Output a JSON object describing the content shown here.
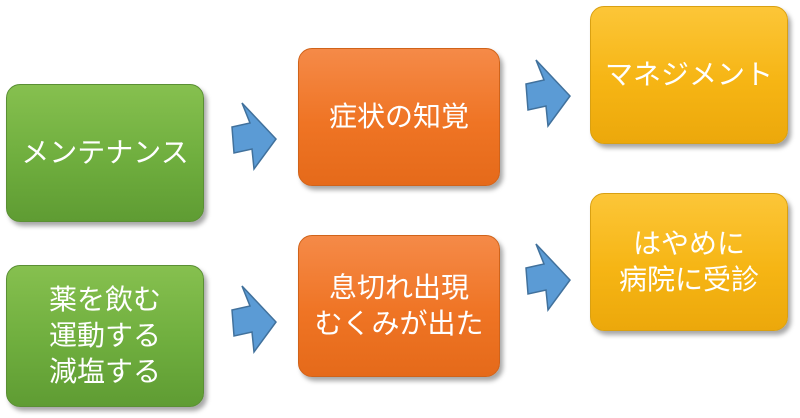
{
  "nodes": {
    "maintenance": "メンテナンス",
    "medication": "薬を飲む\n運動する\n減塩する",
    "symptom_perception": "症状の知覚",
    "symptom_appearance": "息切れ出現\nむくみが出た",
    "management": "マネジメント",
    "hospital_visit": "はやめに\n病院に受診"
  },
  "colors": {
    "green": "#70ad47",
    "orange": "#ed7d31",
    "yellow": "#ffc000",
    "arrow": "#5b9bd5"
  }
}
